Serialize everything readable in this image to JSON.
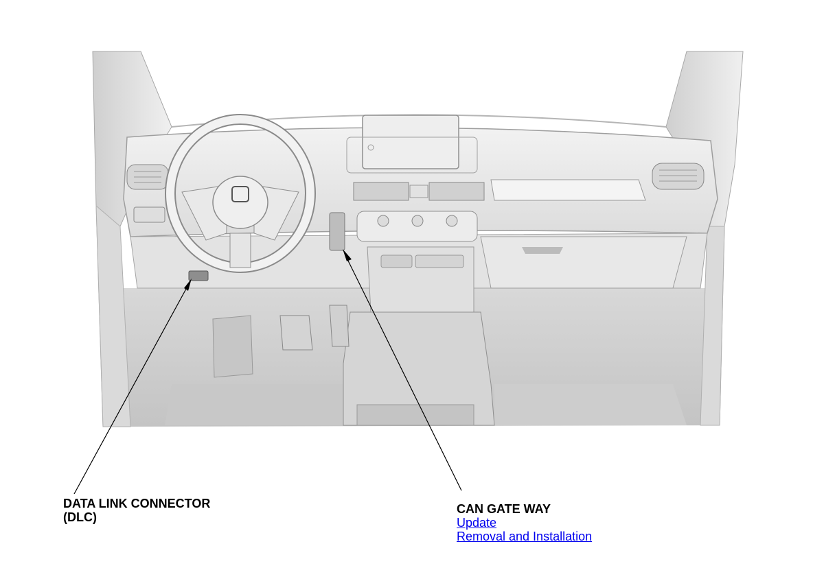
{
  "callouts": {
    "dlc": {
      "line1": "DATA LINK CONNECTOR",
      "line2": "(DLC)"
    },
    "can_gateway": {
      "title": "CAN GATE WAY",
      "links": [
        "Update",
        "Removal and Installation"
      ]
    }
  },
  "colors": {
    "link": "#0000ee",
    "illustration_fill": "#e6e6e6",
    "illustration_shadow": "#bdbdbd",
    "leader_line": "#000000"
  }
}
